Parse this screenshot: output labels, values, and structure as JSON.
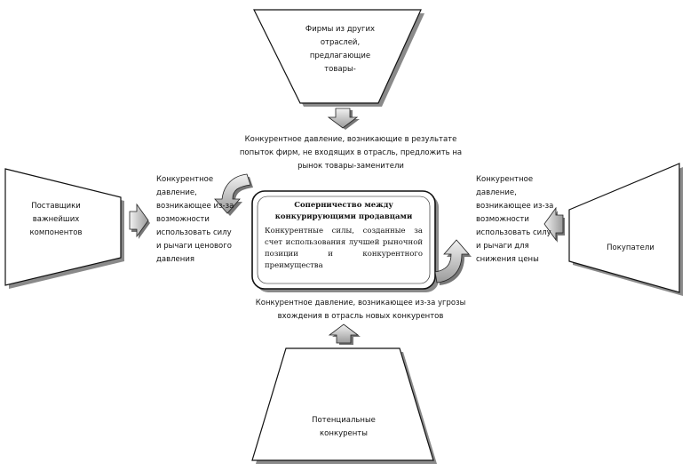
{
  "boxes": {
    "top": "Фирмы из других отраслей, предлагающие товары-",
    "left": "Поставщики важнейших компонентов",
    "right": "Покупатели",
    "bottom": "Потенциальные конкуренты"
  },
  "center": {
    "title": "Соперничество между конкурирующими продавцами",
    "body": "Конкурентные силы, созданные за счет использования лучшей рыночной позиции и конкурентного преимущества"
  },
  "pressures": {
    "top": "Конкурентное давление, возникающие в результате попыток фирм, не входящих в отрасль, предложить на рынок товары-заменители",
    "left": "Конкурентное давление, возникающее из-за возможности использовать силу и рычаги ценового давления",
    "right": "Конкурентное давление, возникающее из-за возможности использовать силу и рычаги для снижения цены",
    "bottom": "Конкурентное давление, возникающее из-за угрозы вхождения в отрасль новых конкурентов"
  },
  "colors": {
    "stroke": "#111111",
    "shadow": "#8a8a8a",
    "arrow_fill": "#d9d9d9"
  },
  "icons": [
    "arrow-down-icon",
    "arrow-right-icon",
    "arrow-left-icon",
    "arrow-up-icon",
    "curved-arrow-icon"
  ]
}
